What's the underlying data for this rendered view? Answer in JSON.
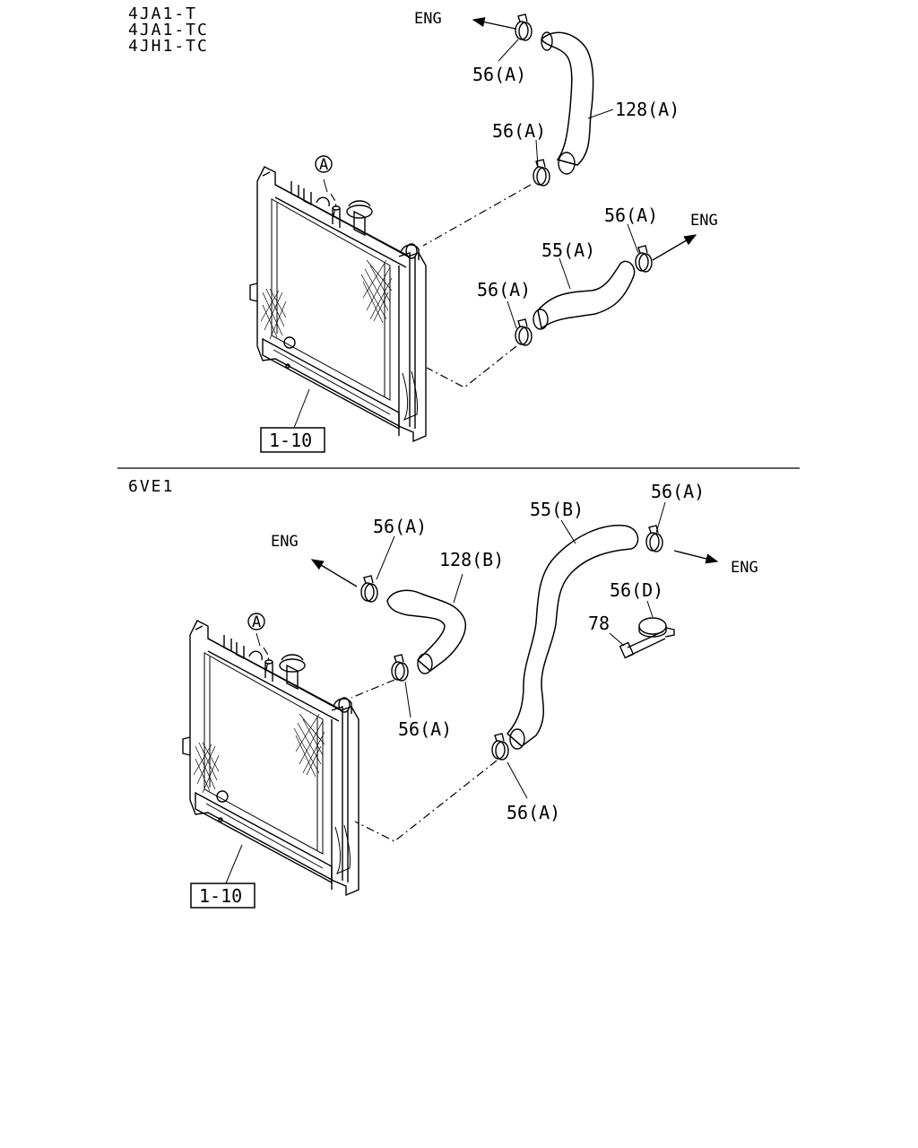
{
  "section_top": {
    "engines": [
      "4JA1-T",
      "4JA1-TC",
      "4JH1-TC"
    ],
    "labels": {
      "eng_top": "ENG",
      "eng_right": "ENG",
      "clamp_1": "56(A)",
      "clamp_2": "56(A)",
      "clamp_3": "56(A)",
      "clamp_4": "56(A)",
      "hose_upper": "128(A)",
      "hose_lower": "55(A)",
      "callout_a": "A",
      "radiator_ref": "1-10"
    }
  },
  "section_bottom": {
    "engines": [
      "6VE1"
    ],
    "labels": {
      "eng_left": "ENG",
      "eng_right": "ENG",
      "clamp_1": "56(A)",
      "clamp_2": "56(A)",
      "clamp_3": "56(A)",
      "clamp_4": "56(A)",
      "clamp_d": "56(D)",
      "bolt": "78",
      "hose_upper": "128(B)",
      "hose_lower": "55(B)",
      "callout_a": "A",
      "radiator_ref": "1-10"
    }
  }
}
